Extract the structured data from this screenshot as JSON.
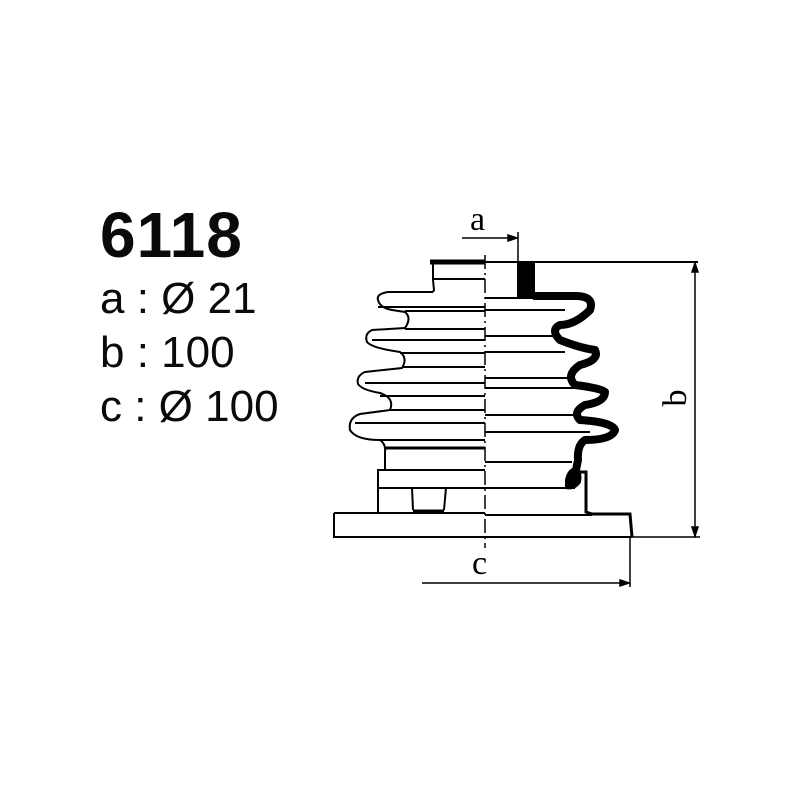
{
  "part_number": "6118",
  "specs": [
    {
      "key": "a",
      "separator": ":",
      "value": "Ø 21",
      "text": "a : Ø 21"
    },
    {
      "key": "b",
      "separator": ":",
      "value": "100",
      "text": "b : 100"
    },
    {
      "key": "c",
      "separator": ":",
      "value": "Ø 100",
      "text": "c : Ø 100"
    }
  ],
  "drawing": {
    "labels": {
      "a": "a",
      "b": "b",
      "c": "c"
    },
    "colors": {
      "line": "#000000",
      "background": "#ffffff"
    }
  }
}
